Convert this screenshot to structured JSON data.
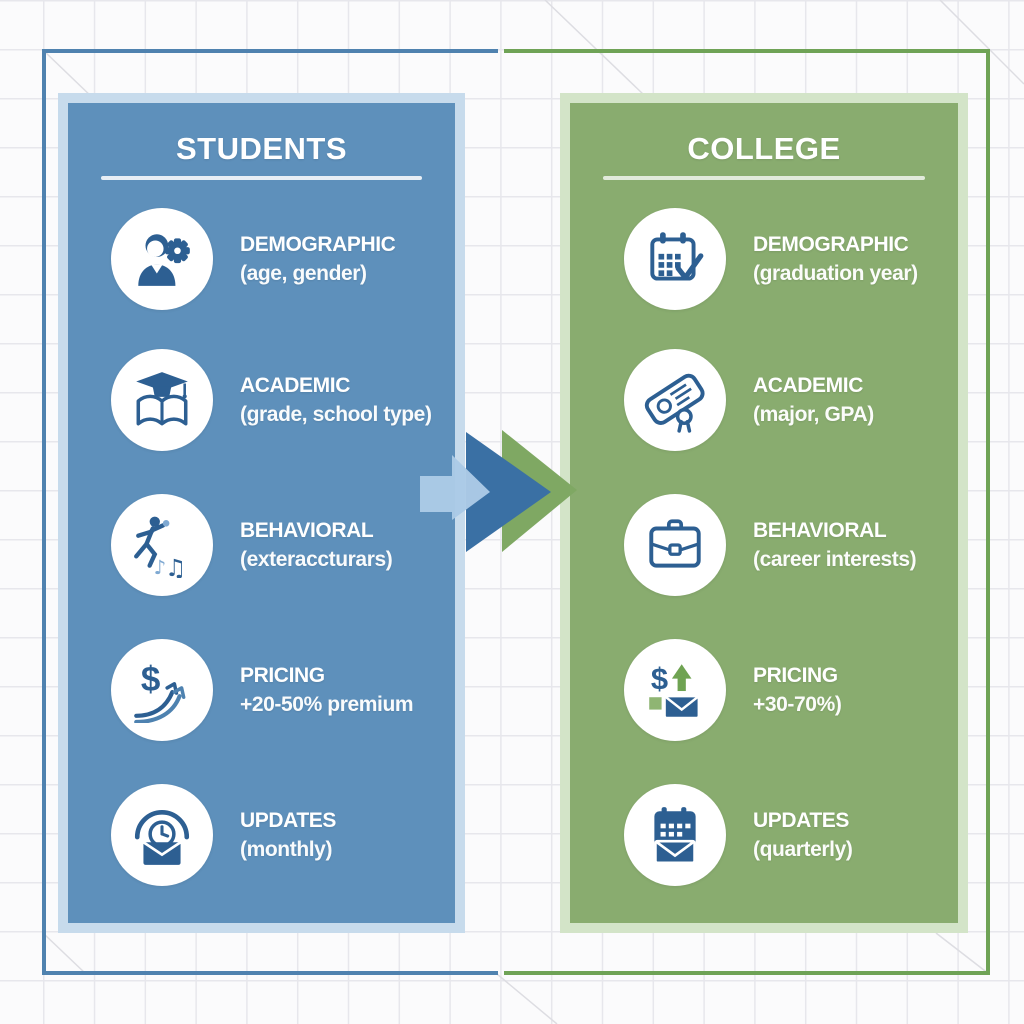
{
  "title": "Students vs College data comparison",
  "arrow": {
    "name": "flow-arrow",
    "direction": "right"
  },
  "colors": {
    "panel_blue": "#5e90bb",
    "panel_blue_border": "#c7dbec",
    "panel_green": "#89ac6f",
    "panel_green_border": "#d3e4c8",
    "frame_blue": "#4f82af",
    "frame_green": "#6fa356",
    "icon_blue": "#2d5f92",
    "arrow_light_blue": "#abcae6",
    "arrow_dark_blue": "#3a70a4",
    "arrow_green": "#7fa863",
    "text": "#ffffff"
  },
  "panels": [
    {
      "title": "STUDENTS",
      "rows": [
        {
          "icon": "person-gear-icon",
          "title": "DEMOGRAPHIC",
          "subtitle": "(age, gender)"
        },
        {
          "icon": "graduation-book-icon",
          "title": "ACADEMIC",
          "subtitle": "(grade, school type)"
        },
        {
          "icon": "runner-music-icon",
          "title": "BEHAVIORAL",
          "subtitle": "(exteraccturars)"
        },
        {
          "icon": "dollar-growth-icon",
          "title": "PRICING",
          "subtitle": "+20-50% premium"
        },
        {
          "icon": "clock-envelope-icon",
          "title": "UPDATES",
          "subtitle": "(monthly)"
        }
      ]
    },
    {
      "title": "COLLEGE",
      "rows": [
        {
          "icon": "calendar-check-icon",
          "title": "DEMOGRAPHIC",
          "subtitle": "(graduation year)"
        },
        {
          "icon": "diploma-icon",
          "title": "ACADEMIC",
          "subtitle": "(major, GPA)"
        },
        {
          "icon": "briefcase-icon",
          "title": "BEHAVIORAL",
          "subtitle": "(career interests)"
        },
        {
          "icon": "dollar-up-envelope-icon",
          "title": "PRICING",
          "subtitle": "+30-70%)"
        },
        {
          "icon": "calendar-envelope-icon",
          "title": "UPDATES",
          "subtitle": "(quarterly)"
        }
      ]
    }
  ]
}
